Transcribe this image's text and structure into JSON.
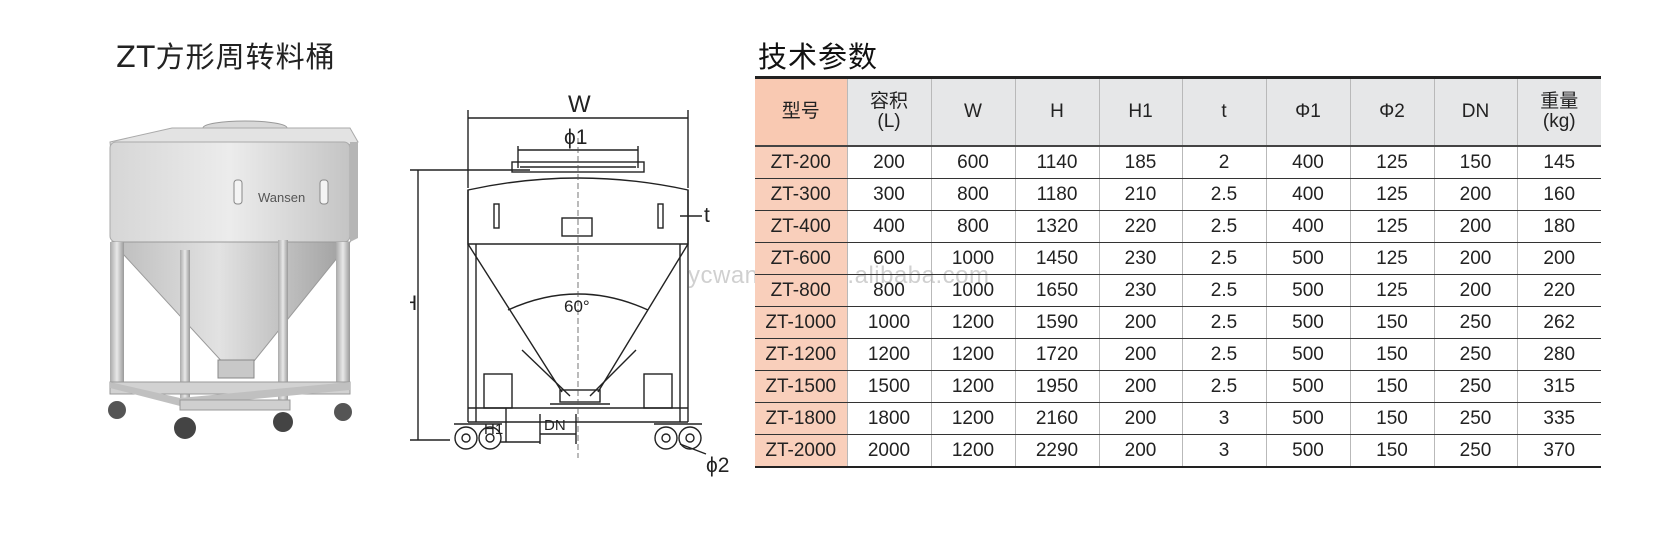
{
  "product_title": "ZT方形周转料桶",
  "params_title": "技术参数",
  "watermark": "ycwanshen.en.alibaba.com",
  "photo": {
    "brand": "Wansen"
  },
  "drawing": {
    "label_w": "W",
    "label_phi1": "ϕ1",
    "label_t": "t",
    "label_h": "H",
    "label_angle": "60°",
    "label_h1": "H1",
    "label_dn": "DN",
    "label_phi2": "ϕ2"
  },
  "table": {
    "headers": [
      {
        "line1": "型号",
        "line2": ""
      },
      {
        "line1": "容积",
        "line2": "(L)"
      },
      {
        "line1": "W",
        "line2": ""
      },
      {
        "line1": "H",
        "line2": ""
      },
      {
        "line1": "H1",
        "line2": ""
      },
      {
        "line1": "t",
        "line2": ""
      },
      {
        "line1": "Φ1",
        "line2": ""
      },
      {
        "line1": "Φ2",
        "line2": ""
      },
      {
        "line1": "DN",
        "line2": ""
      },
      {
        "line1": "重量",
        "line2": "(kg)"
      }
    ],
    "rows": [
      [
        "ZT-200",
        "200",
        "600",
        "1140",
        "185",
        "2",
        "400",
        "125",
        "150",
        "145"
      ],
      [
        "ZT-300",
        "300",
        "800",
        "1180",
        "210",
        "2.5",
        "400",
        "125",
        "200",
        "160"
      ],
      [
        "ZT-400",
        "400",
        "800",
        "1320",
        "220",
        "2.5",
        "400",
        "125",
        "200",
        "180"
      ],
      [
        "ZT-600",
        "600",
        "1000",
        "1450",
        "230",
        "2.5",
        "500",
        "125",
        "200",
        "200"
      ],
      [
        "ZT-800",
        "800",
        "1000",
        "1650",
        "230",
        "2.5",
        "500",
        "125",
        "200",
        "220"
      ],
      [
        "ZT-1000",
        "1000",
        "1200",
        "1590",
        "200",
        "2.5",
        "500",
        "150",
        "250",
        "262"
      ],
      [
        "ZT-1200",
        "1200",
        "1200",
        "1720",
        "200",
        "2.5",
        "500",
        "150",
        "250",
        "280"
      ],
      [
        "ZT-1500",
        "1500",
        "1200",
        "1950",
        "200",
        "2.5",
        "500",
        "150",
        "250",
        "315"
      ],
      [
        "ZT-1800",
        "1800",
        "1200",
        "2160",
        "200",
        "3",
        "500",
        "150",
        "250",
        "335"
      ],
      [
        "ZT-2000",
        "2000",
        "1200",
        "2290",
        "200",
        "3",
        "500",
        "150",
        "250",
        "370"
      ]
    ]
  },
  "colors": {
    "model_column": "#f9cfbb",
    "header_bg": "#e6e7e8",
    "steel": "#c8c8c8"
  }
}
